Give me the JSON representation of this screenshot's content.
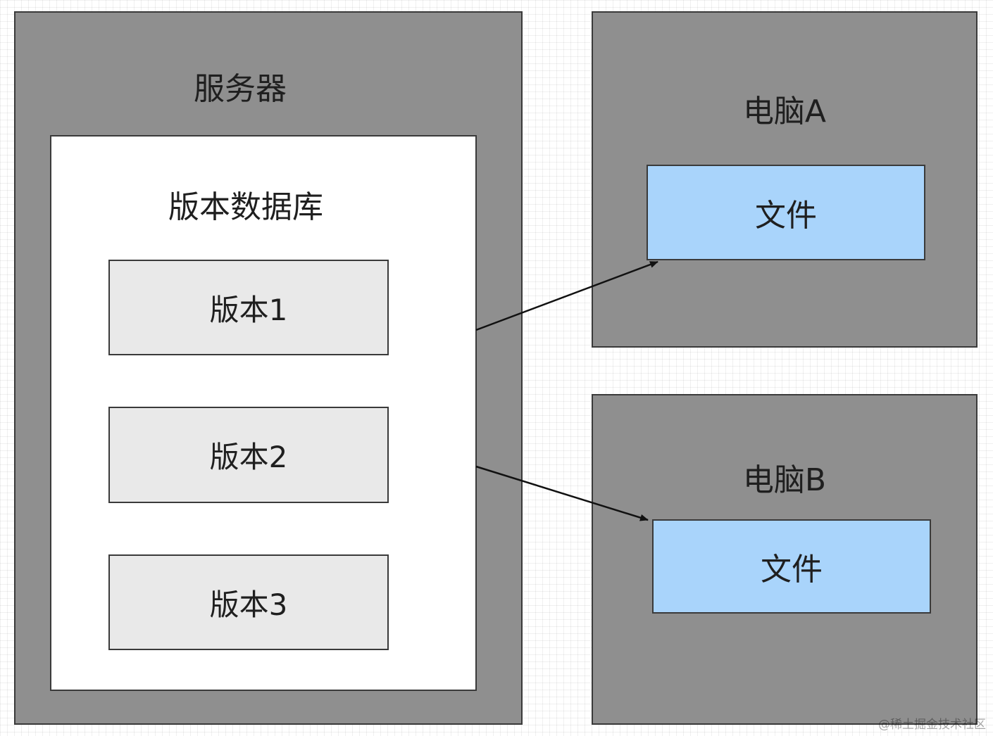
{
  "server": {
    "title": "服务器",
    "database": {
      "title": "版本数据库",
      "versions": [
        "版本1",
        "版本2",
        "版本3"
      ]
    }
  },
  "computer_a": {
    "title": "电脑A",
    "file": "文件"
  },
  "computer_b": {
    "title": "电脑B",
    "file": "文件"
  },
  "watermark": "@稀土掘金技术社区",
  "colors": {
    "container_gray": "#8f8f8f",
    "version_box": "#e9e9e9",
    "file_box": "#a9d4fb",
    "border": "#3a3a3a",
    "arrow": "#111111"
  }
}
